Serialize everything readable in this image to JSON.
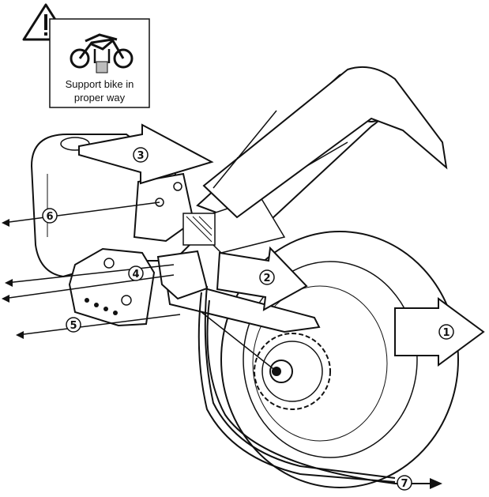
{
  "warning_icon": "warning-triangle-icon",
  "notice": {
    "icon": "motorcycle-on-stand-icon",
    "line1": "Support bike in",
    "line2": "proper way"
  },
  "callouts": [
    "1",
    "2",
    "3",
    "4",
    "5",
    "6",
    "7"
  ],
  "colors": {
    "line": "#111111",
    "fill": "#ffffff",
    "shade": "#bdbdbd"
  }
}
